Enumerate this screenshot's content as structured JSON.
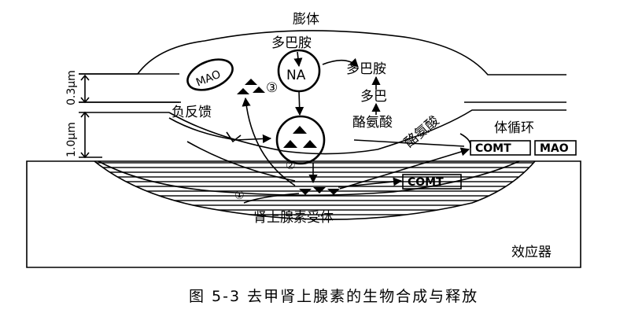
{
  "diagram": {
    "varicosity": "膨体",
    "dopamine_top": "多巴胺",
    "mao_vesicle": "MAO",
    "na_store": "NA",
    "step3": "③",
    "dopamine_right": "多巴胺",
    "dopa": "多巴",
    "tyrosine_top": "酪氨酸",
    "tyrosine_slant": "酪氨酸",
    "negative_feedback": "负反馈",
    "systemic_circulation": "体循环",
    "comt_blood": "COMT",
    "mao_blood": "MAO",
    "comt_tissue": "COMT",
    "step2": "②",
    "step1": "①",
    "alpha_receptor": "肾上腺素受体",
    "effector": "效应器",
    "scale_small": "0.3μm",
    "scale_large": "1.0μm"
  },
  "caption": "图 5-3    去甲肾上腺素的生物合成与释放"
}
